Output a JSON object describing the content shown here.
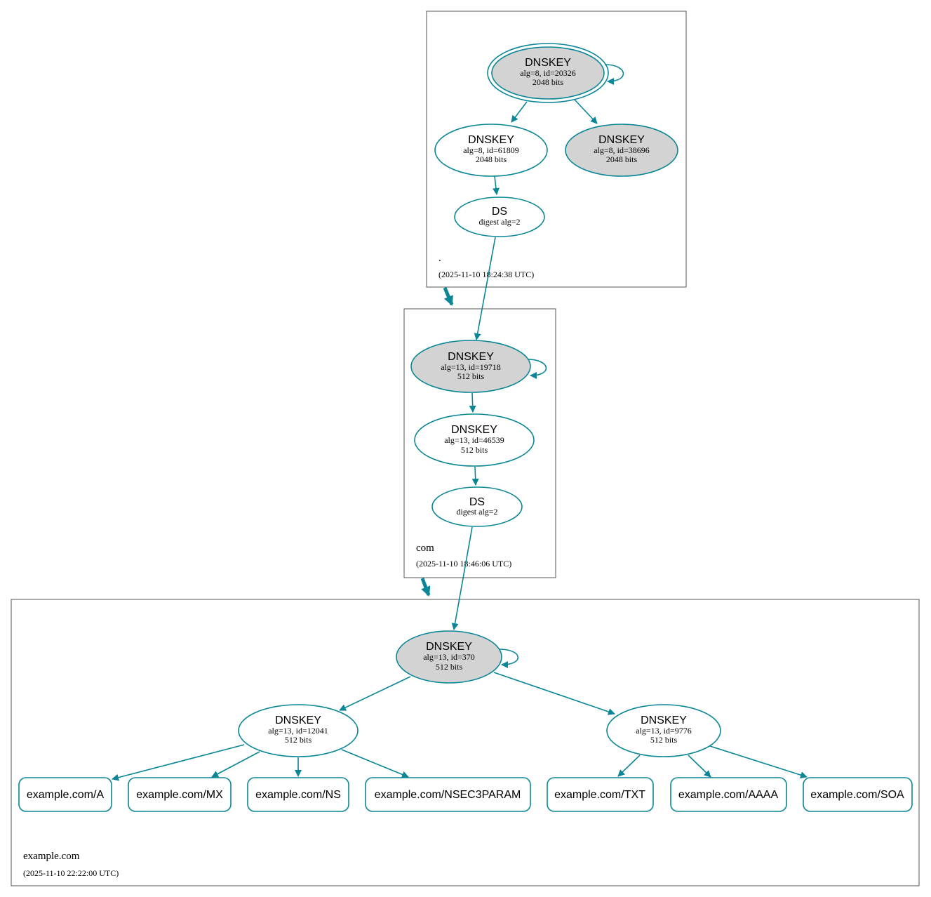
{
  "colors": {
    "edge": "#0a8696",
    "ksk_fill": "#d3d3d3",
    "zone_border": "#555555"
  },
  "zones": {
    "root": {
      "name": ".",
      "time": "(2025-11-10 18:24:38 UTC)"
    },
    "com": {
      "name": "com",
      "time": "(2025-11-10 18:46:06 UTC)"
    },
    "example": {
      "name": "example.com",
      "time": "(2025-11-10 22:22:00 UTC)"
    }
  },
  "nodes": {
    "root_ksk": {
      "title": "DNSKEY",
      "line1": "alg=8, id=20326",
      "line2": "2048 bits"
    },
    "root_zsk1": {
      "title": "DNSKEY",
      "line1": "alg=8, id=61809",
      "line2": "2048 bits"
    },
    "root_zsk2": {
      "title": "DNSKEY",
      "line1": "alg=8, id=38696",
      "line2": "2048 bits"
    },
    "root_ds": {
      "title": "DS",
      "line1": "digest alg=2"
    },
    "com_ksk": {
      "title": "DNSKEY",
      "line1": "alg=13, id=19718",
      "line2": "512 bits"
    },
    "com_zsk": {
      "title": "DNSKEY",
      "line1": "alg=13, id=46539",
      "line2": "512 bits"
    },
    "com_ds": {
      "title": "DS",
      "line1": "digest alg=2"
    },
    "ex_ksk": {
      "title": "DNSKEY",
      "line1": "alg=13, id=370",
      "line2": "512 bits"
    },
    "ex_zsk1": {
      "title": "DNSKEY",
      "line1": "alg=13, id=12041",
      "line2": "512 bits"
    },
    "ex_zsk2": {
      "title": "DNSKEY",
      "line1": "alg=13, id=9776",
      "line2": "512 bits"
    }
  },
  "rrsets": [
    "example.com/A",
    "example.com/MX",
    "example.com/NS",
    "example.com/NSEC3PARAM",
    "example.com/TXT",
    "example.com/AAAA",
    "example.com/SOA"
  ]
}
